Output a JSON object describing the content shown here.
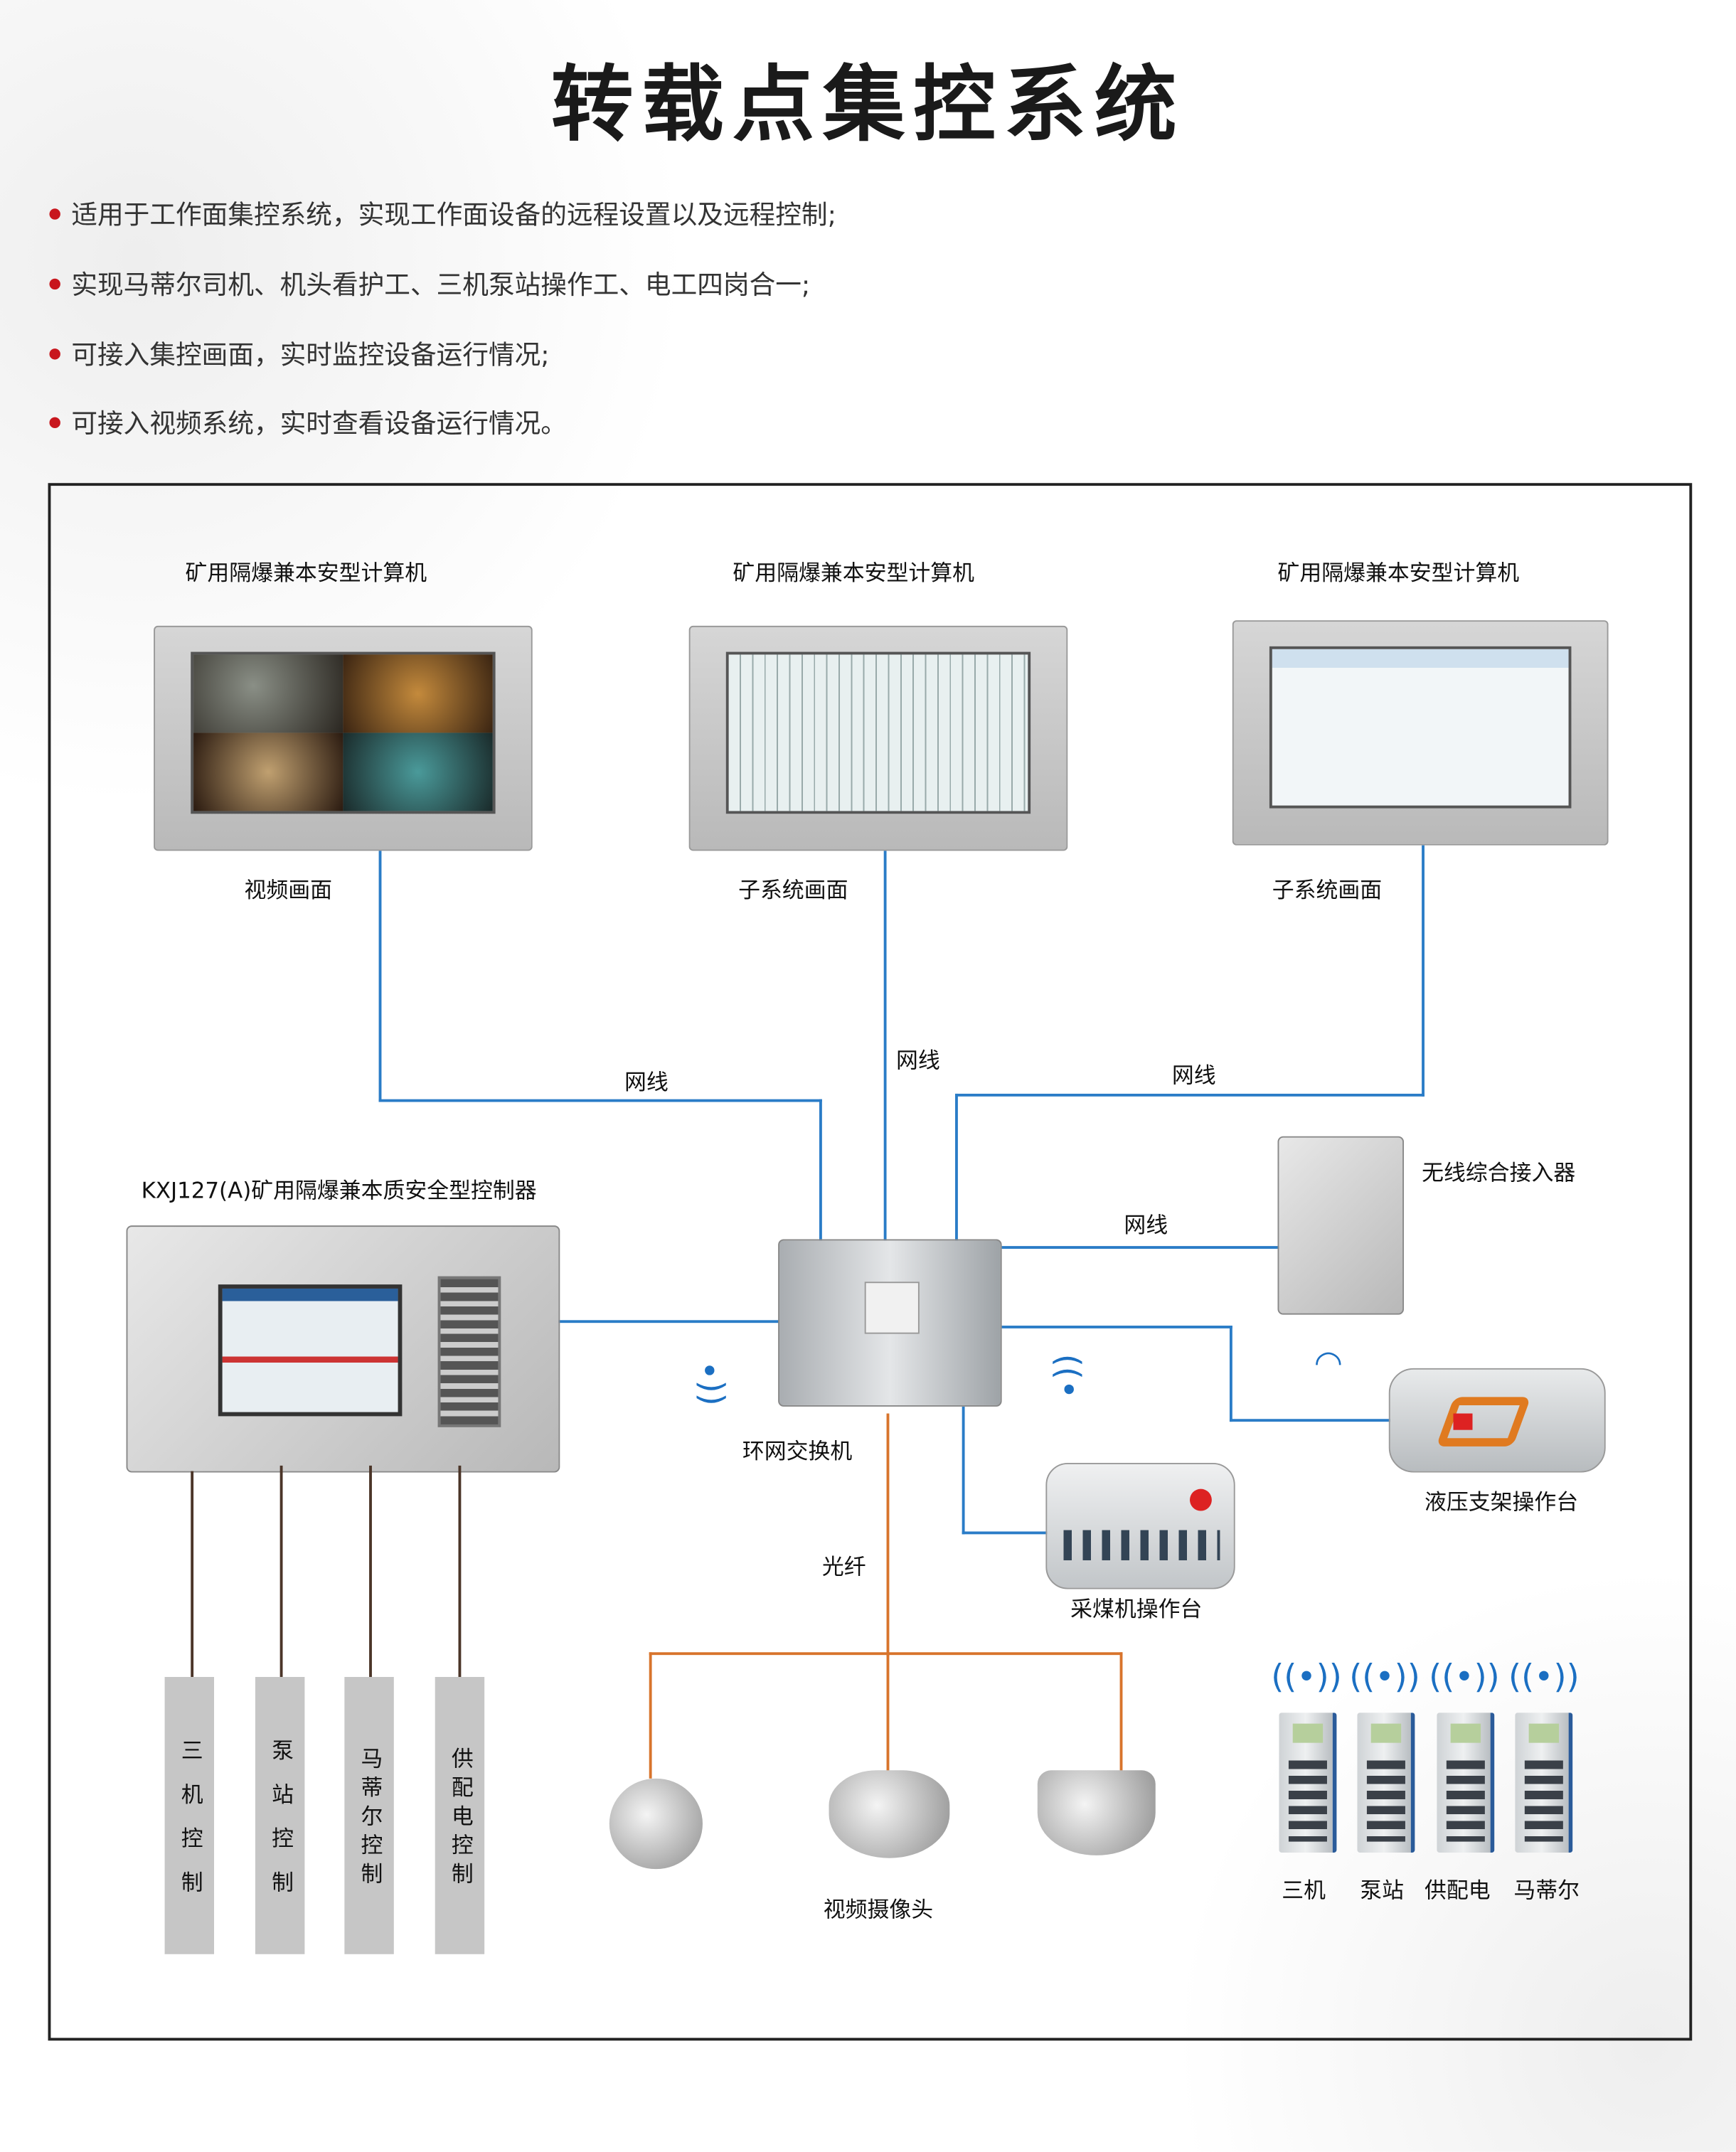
{
  "title": "转载点集控系统",
  "bullets": [
    "适用于工作面集控系统，实现工作面设备的远程设置以及远程控制;",
    "实现马蒂尔司机、机头看护工、三机泵站操作工、电工四岗合一;",
    "可接入集控画面，实时监控设备运行情况;",
    "可接入视频系统，实时查看设备运行情况。"
  ],
  "diagram": {
    "computers": [
      {
        "title": "矿用隔爆兼本安型计算机",
        "caption": "视频画面"
      },
      {
        "title": "矿用隔爆兼本安型计算机",
        "caption": "子系统画面"
      },
      {
        "title": "矿用隔爆兼本安型计算机",
        "caption": "子系统画面"
      }
    ],
    "cable_label": "网线",
    "fiber_label": "光纤",
    "controller": "KXJ127(A)矿用隔爆兼本质安全型控制器",
    "switch": "环网交换机",
    "wireless_access": "无线综合接入器",
    "hydraulic_console": "液压支架操作台",
    "shearer_console": "采煤机操作台",
    "camera": "视频摄像头",
    "control_bars": [
      "三机控制",
      "泵站控制",
      "马蒂尔控制",
      "供配电控制"
    ],
    "pendants": [
      "三机",
      "泵站",
      "供配电",
      "马蒂尔"
    ],
    "colors": {
      "network": "#2a7cc7",
      "fiber": "#d8742c",
      "control": "#4b3528",
      "bullet": "#c8161d"
    }
  }
}
